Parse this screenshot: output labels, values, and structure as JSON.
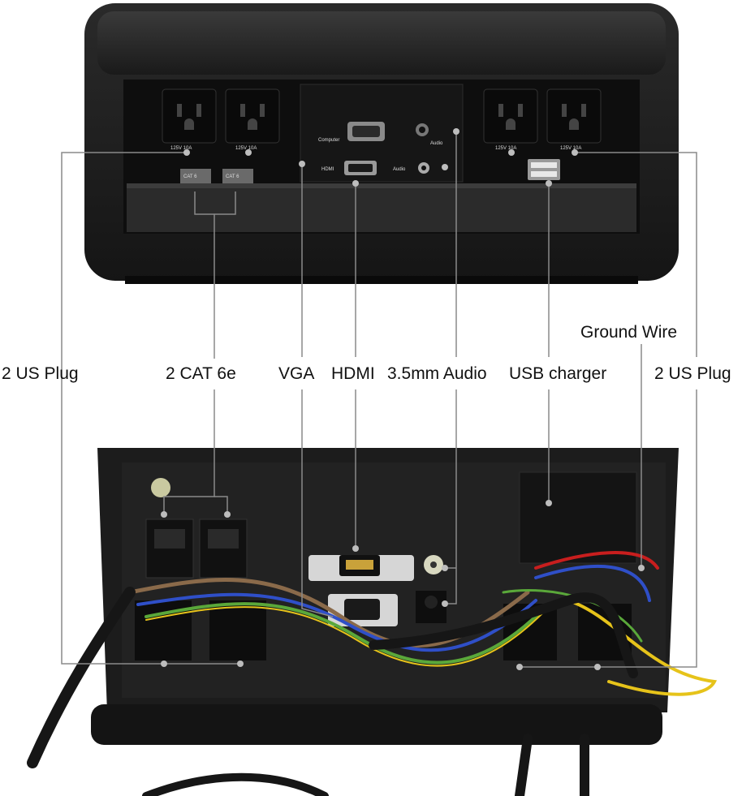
{
  "labels": {
    "us_plug_left": "2 US Plug",
    "cat6e": "2 CAT 6e",
    "vga": "VGA",
    "hdmi": "HDMI",
    "audio": "3.5mm Audio",
    "usb": "USB charger",
    "ground": "Ground Wire",
    "us_plug_right": "2 US Plug"
  },
  "panel_text": {
    "rating": "125V  10A",
    "computer": "Computer",
    "audio": "Audio",
    "hdmi": "HDMI",
    "cat6": "CAT 6"
  },
  "colors": {
    "box": "#1e1e1e",
    "leader_line": "#8a8a8a",
    "wire_green": "#5aa83a",
    "wire_yellow": "#e6c31a",
    "wire_blue": "#2f4fc8",
    "wire_brown": "#8a6a4a",
    "wire_red": "#c81e1e"
  }
}
